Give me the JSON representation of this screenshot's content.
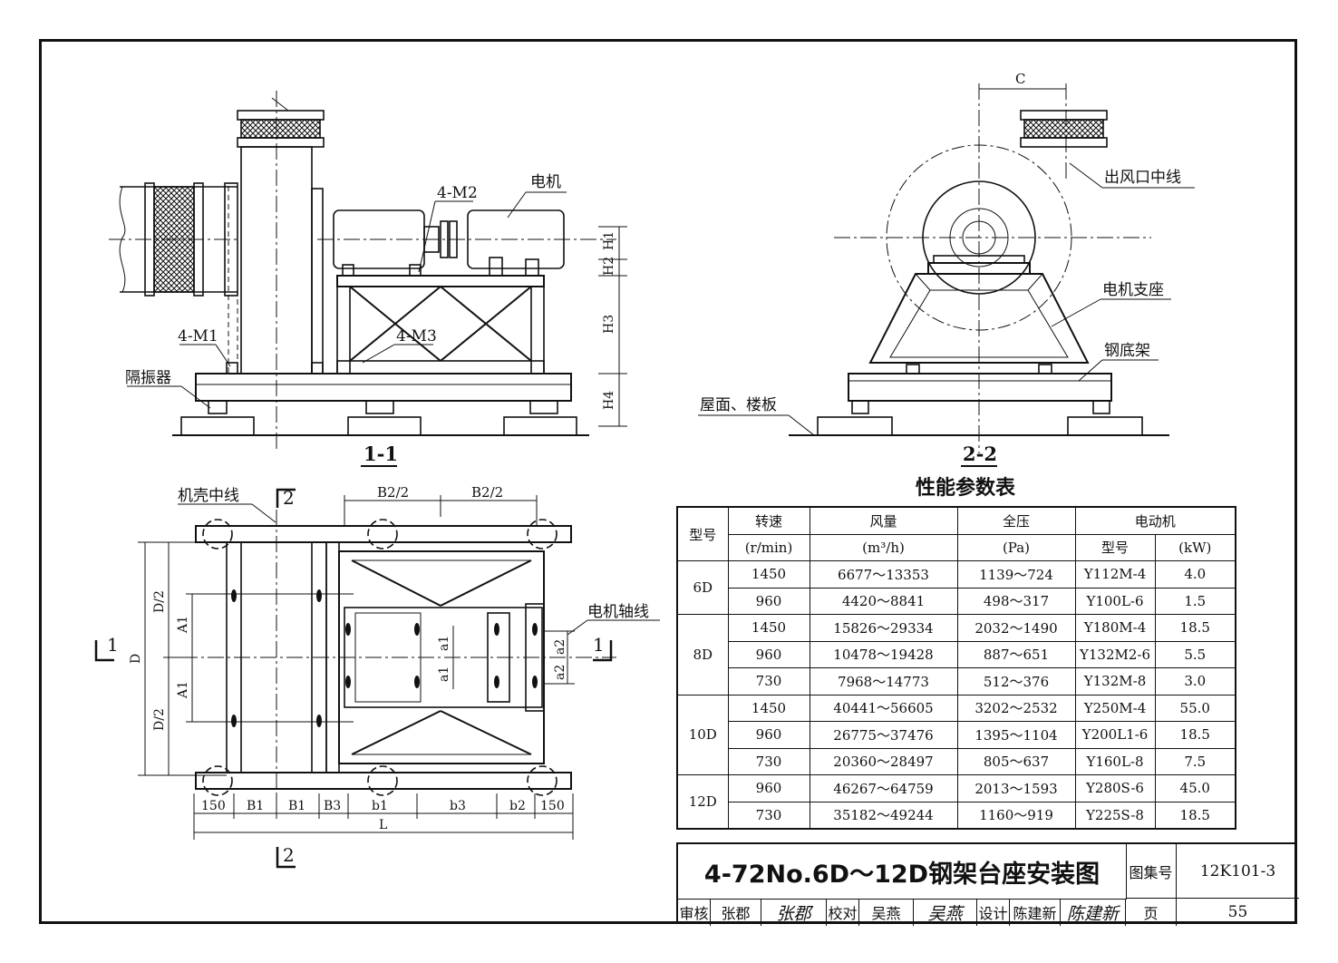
{
  "views": {
    "section_11": {
      "title": "1-1",
      "labels": {
        "motor": "电机",
        "m2": "4-M2",
        "m1": "4-M1",
        "m3": "4-M3",
        "isolator": "隔振器"
      },
      "dims": [
        "H1",
        "H2",
        "H3",
        "H4"
      ]
    },
    "section_22": {
      "title": "2-2",
      "labels": {
        "c": "C",
        "outlet_centerline": "出风口中线",
        "motor_support": "电机支座",
        "steel_frame": "钢底架",
        "floor": "屋面、楼板"
      }
    },
    "plan": {
      "labels": {
        "casing_centerline": "机壳中线",
        "motor_axis": "电机轴线",
        "cut1": "1",
        "cut2": "2"
      },
      "top_dims": [
        "B2/2",
        "B2/2"
      ],
      "left_dims": [
        "D/2",
        "A1",
        "A1",
        "D/2",
        "D"
      ],
      "inner_dims": [
        "a1",
        "a1"
      ],
      "right_dims": [
        "a2",
        "a2"
      ],
      "bottom_dims": [
        "150",
        "B1",
        "B1",
        "B3",
        "b1",
        "b3",
        "b2",
        "150"
      ],
      "total": "L"
    }
  },
  "table": {
    "title": "性能参数表",
    "headers": {
      "model": "型号",
      "speed": "转速",
      "speed_unit": "(r/min)",
      "flow": "风量",
      "flow_unit": "(m³/h)",
      "pressure": "全压",
      "pressure_unit": "(Pa)",
      "motor": "电动机",
      "motor_model": "型号",
      "motor_power": "(kW)"
    },
    "groups": [
      {
        "model": "6D",
        "rows": [
          {
            "speed": "1450",
            "flow": "6677～13353",
            "pressure": "1139～724",
            "motor": "Y112M-4",
            "kw": "4.0"
          },
          {
            "speed": "960",
            "flow": "4420～8841",
            "pressure": "498～317",
            "motor": "Y100L-6",
            "kw": "1.5"
          }
        ]
      },
      {
        "model": "8D",
        "rows": [
          {
            "speed": "1450",
            "flow": "15826～29334",
            "pressure": "2032～1490",
            "motor": "Y180M-4",
            "kw": "18.5"
          },
          {
            "speed": "960",
            "flow": "10478～19428",
            "pressure": "887～651",
            "motor": "Y132M2-6",
            "kw": "5.5"
          },
          {
            "speed": "730",
            "flow": "7968～14773",
            "pressure": "512～376",
            "motor": "Y132M-8",
            "kw": "3.0"
          }
        ]
      },
      {
        "model": "10D",
        "rows": [
          {
            "speed": "1450",
            "flow": "40441～56605",
            "pressure": "3202～2532",
            "motor": "Y250M-4",
            "kw": "55.0"
          },
          {
            "speed": "960",
            "flow": "26775～37476",
            "pressure": "1395～1104",
            "motor": "Y200L1-6",
            "kw": "18.5"
          },
          {
            "speed": "730",
            "flow": "20360～28497",
            "pressure": "805～637",
            "motor": "Y160L-8",
            "kw": "7.5"
          }
        ]
      },
      {
        "model": "12D",
        "rows": [
          {
            "speed": "960",
            "flow": "46267～64759",
            "pressure": "2013～1593",
            "motor": "Y280S-6",
            "kw": "45.0"
          },
          {
            "speed": "730",
            "flow": "35182～49244",
            "pressure": "1160～919",
            "motor": "Y225S-8",
            "kw": "18.5"
          }
        ]
      }
    ]
  },
  "titleblock": {
    "drawing_title": "4-72No.6D～12D钢架台座安装图",
    "atlas_label": "图集号",
    "atlas_no": "12K101-3",
    "review_label": "审核",
    "reviewer": "张郡",
    "reviewer_sig": "张郡",
    "check_label": "校对",
    "checker": "吴燕",
    "checker_sig": "吴燕",
    "design_label": "设计",
    "designer": "陈建新",
    "designer_sig": "陈建新",
    "page_label": "页",
    "page_no": "55"
  }
}
